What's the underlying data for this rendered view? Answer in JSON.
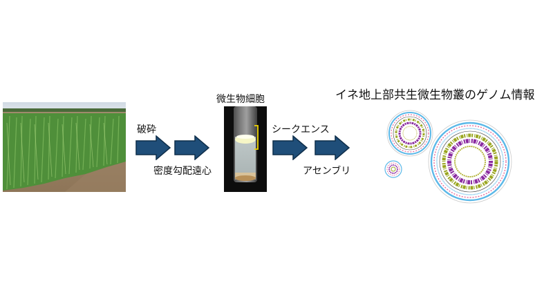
{
  "diagram": {
    "step1_label_top": "破砕",
    "step1_label_bottom": "密度勾配遠心",
    "tube_label": "微生物細胞",
    "step2_label_top": "シークエンス",
    "step2_label_bottom": "アセンブリ",
    "result_title": "イネ地上部共生微生物叢のゲノム情報"
  },
  "colors": {
    "arrow_fill": "#1f4e79",
    "arrow_stroke": "#0f2e4a",
    "bracket": "#f2d600"
  }
}
